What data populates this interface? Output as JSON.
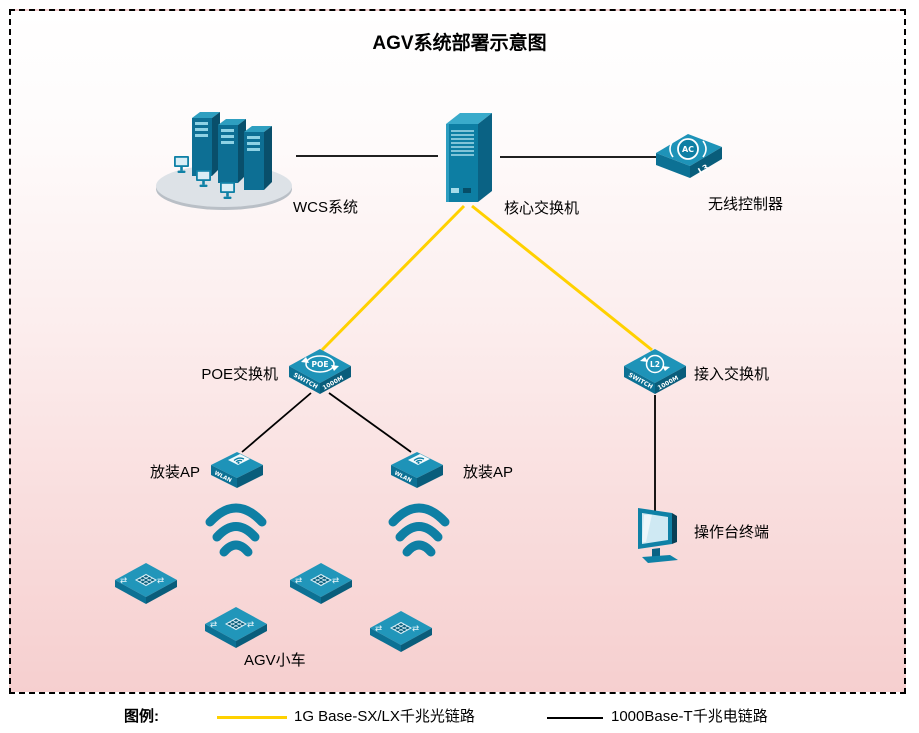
{
  "title": "AGV系统部署示意图",
  "colors": {
    "link-yellow": "#FFD100",
    "link-black": "#000000",
    "icon-teal": "#0E7FA4",
    "bg-pink": "#F6CFCF"
  },
  "glyphs": {
    "transfer_arrows": "⇄"
  },
  "nodes": {
    "wcs": {
      "label": "WCS系统"
    },
    "core": {
      "label": "核心交换机"
    },
    "ac": {
      "label": "无线控制器",
      "badge": "AC",
      "layer": "L3"
    },
    "poe": {
      "label": "POE交换机",
      "badge": "POE",
      "face_left": "SWITCH",
      "face_right": "1000M"
    },
    "access": {
      "label": "接入交换机",
      "badge": "L2",
      "face_left": "SWITCH",
      "face_right": "1000M"
    },
    "ap1": {
      "label": "放装AP",
      "face": "WLAN"
    },
    "ap2": {
      "label": "放装AP",
      "face": "WLAN"
    },
    "agv": {
      "label": "AGV小车"
    },
    "terminal": {
      "label": "操作台终端"
    }
  },
  "legend": {
    "title": "图例:",
    "items": [
      {
        "label": "1G Base-SX/LX千兆光链路",
        "color": "#FFD100"
      },
      {
        "label": "1000Base-T千兆电链路",
        "color": "#000000"
      }
    ]
  }
}
